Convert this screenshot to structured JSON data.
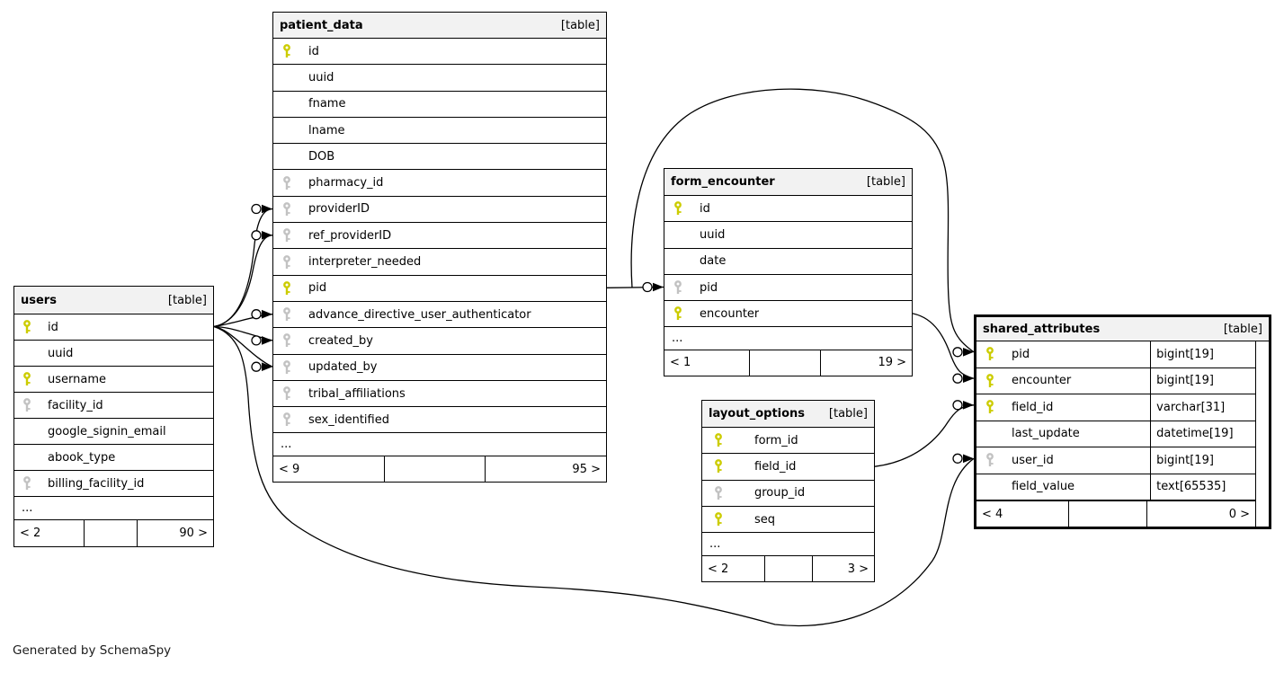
{
  "note": "Generated by SchemaSpy",
  "tables": [
    {
      "id": "users",
      "name": "users",
      "badge": "[table]",
      "columns": [
        {
          "name": "id",
          "key": "pk"
        },
        {
          "name": "uuid",
          "key": ""
        },
        {
          "name": "username",
          "key": "pk"
        },
        {
          "name": "facility_id",
          "key": "fk"
        },
        {
          "name": "google_signin_email",
          "key": ""
        },
        {
          "name": "abook_type",
          "key": ""
        },
        {
          "name": "billing_facility_id",
          "key": "fk"
        }
      ],
      "truncated": "...",
      "footer": {
        "parents": "< 2",
        "middle": "",
        "children": "90 >"
      }
    },
    {
      "id": "patient_data",
      "name": "patient_data",
      "badge": "[table]",
      "columns": [
        {
          "name": "id",
          "key": "pk"
        },
        {
          "name": "uuid",
          "key": ""
        },
        {
          "name": "fname",
          "key": ""
        },
        {
          "name": "lname",
          "key": ""
        },
        {
          "name": "DOB",
          "key": ""
        },
        {
          "name": "pharmacy_id",
          "key": "fk"
        },
        {
          "name": "providerID",
          "key": "fk"
        },
        {
          "name": "ref_providerID",
          "key": "fk"
        },
        {
          "name": "interpreter_needed",
          "key": "fk"
        },
        {
          "name": "pid",
          "key": "pk"
        },
        {
          "name": "advance_directive_user_authenticator",
          "key": "fk"
        },
        {
          "name": "created_by",
          "key": "fk"
        },
        {
          "name": "updated_by",
          "key": "fk"
        },
        {
          "name": "tribal_affiliations",
          "key": "fk"
        },
        {
          "name": "sex_identified",
          "key": "fk"
        }
      ],
      "truncated": "...",
      "footer": {
        "parents": "< 9",
        "middle": "",
        "children": "95 >"
      }
    },
    {
      "id": "form_encounter",
      "name": "form_encounter",
      "badge": "[table]",
      "columns": [
        {
          "name": "id",
          "key": "pk"
        },
        {
          "name": "uuid",
          "key": ""
        },
        {
          "name": "date",
          "key": ""
        },
        {
          "name": "pid",
          "key": "fk"
        },
        {
          "name": "encounter",
          "key": "pk"
        }
      ],
      "truncated": "...",
      "footer": {
        "parents": "< 1",
        "middle": "",
        "children": "19 >"
      }
    },
    {
      "id": "layout_options",
      "name": "layout_options",
      "badge": "[table]",
      "columns": [
        {
          "name": "form_id",
          "key": "pk"
        },
        {
          "name": "field_id",
          "key": "pk"
        },
        {
          "name": "group_id",
          "key": "fk"
        },
        {
          "name": "seq",
          "key": "pk"
        }
      ],
      "truncated": "...",
      "footer": {
        "parents": "< 2",
        "middle": "",
        "children": "3 >"
      }
    },
    {
      "id": "shared_attributes",
      "name": "shared_attributes",
      "badge": "[table]",
      "columns": [
        {
          "name": "pid",
          "key": "pk",
          "type": "bigint[19]"
        },
        {
          "name": "encounter",
          "key": "pk",
          "type": "bigint[19]"
        },
        {
          "name": "field_id",
          "key": "pk",
          "type": "varchar[31]"
        },
        {
          "name": "last_update",
          "key": "",
          "type": "datetime[19]"
        },
        {
          "name": "user_id",
          "key": "fk",
          "type": "bigint[19]"
        },
        {
          "name": "field_value",
          "key": "",
          "type": "text[65535]"
        }
      ],
      "footer": {
        "parents": "< 4",
        "middle": "",
        "children": "0 >"
      }
    }
  ],
  "relationships": [
    {
      "from": "users.id",
      "to": "patient_data.providerID"
    },
    {
      "from": "users.id",
      "to": "patient_data.ref_providerID"
    },
    {
      "from": "users.id",
      "to": "patient_data.advance_directive_user_authenticator"
    },
    {
      "from": "users.id",
      "to": "patient_data.created_by"
    },
    {
      "from": "users.id",
      "to": "patient_data.updated_by"
    },
    {
      "from": "users.id",
      "to": "shared_attributes.user_id"
    },
    {
      "from": "patient_data.pid",
      "to": "form_encounter.pid"
    },
    {
      "from": "patient_data.pid",
      "to": "shared_attributes.pid"
    },
    {
      "from": "form_encounter.encounter",
      "to": "shared_attributes.encounter"
    },
    {
      "from": "layout_options.field_id",
      "to": "shared_attributes.field_id"
    }
  ],
  "colors": {
    "primary_key": "#cccc00",
    "foreign_key": "#c2c2c2",
    "header_bg": "#f2f2f2",
    "line": "#000000"
  }
}
